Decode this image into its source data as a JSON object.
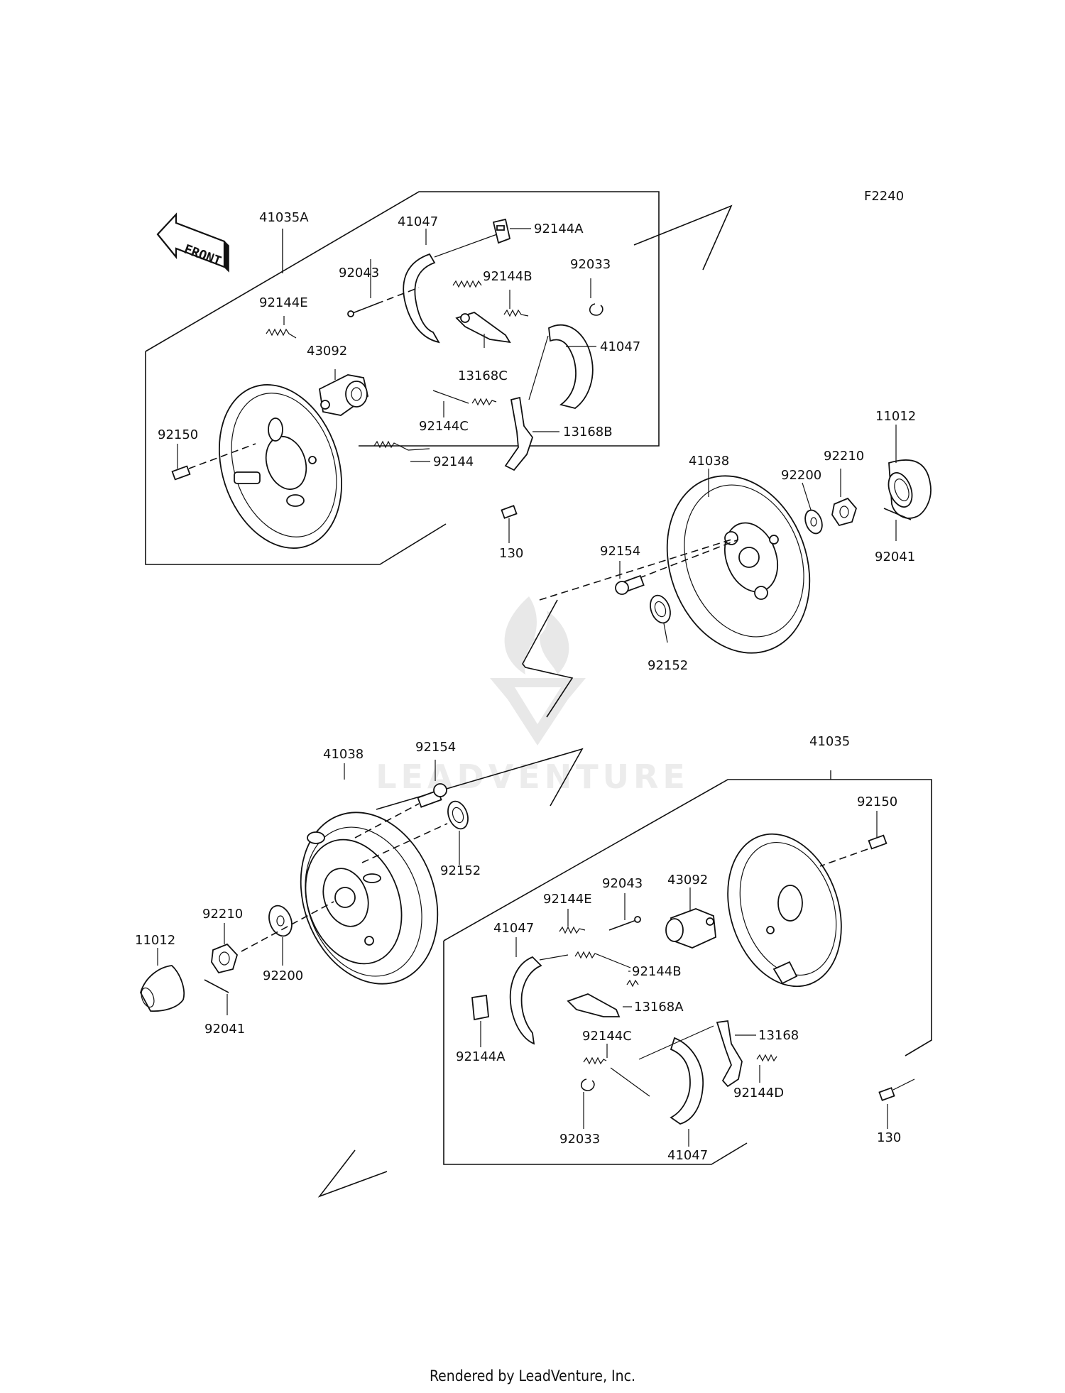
{
  "figure_code": "F2240",
  "front_label": "FRONT",
  "watermark": "LEADVENTURE",
  "footer": "Rendered by LeadVenture, Inc.",
  "labels": {
    "a_41035A": "41035A",
    "a_41047_top": "41047",
    "a_92144A": "92144A",
    "a_92043": "92043",
    "a_92144B": "92144B",
    "a_92033": "92033",
    "a_92144E": "92144E",
    "a_13168C": "13168C",
    "a_41047_right": "41047",
    "a_43092": "43092",
    "a_92144C": "92144C",
    "a_13168B": "13168B",
    "a_92150": "92150",
    "a_92144": "92144",
    "a_130": "130",
    "b_41038": "41038",
    "b_11012": "11012",
    "b_92200": "92200",
    "b_92210": "92210",
    "b_92154": "92154",
    "b_92041": "92041",
    "b_92152": "92152",
    "c_41038": "41038",
    "c_92154": "92154",
    "c_92152": "92152",
    "c_92210": "92210",
    "c_11012": "11012",
    "c_92200": "92200",
    "c_92041": "92041",
    "d_41035": "41035",
    "d_92150": "92150",
    "d_43092": "43092",
    "d_92043": "92043",
    "d_92144E": "92144E",
    "d_41047_top": "41047",
    "d_92144B": "92144B",
    "d_13168A": "13168A",
    "d_92144A": "92144A",
    "d_92144C": "92144C",
    "d_13168": "13168",
    "d_92144D": "92144D",
    "d_92033": "92033",
    "d_41047_bottom": "41047",
    "d_130": "130"
  }
}
